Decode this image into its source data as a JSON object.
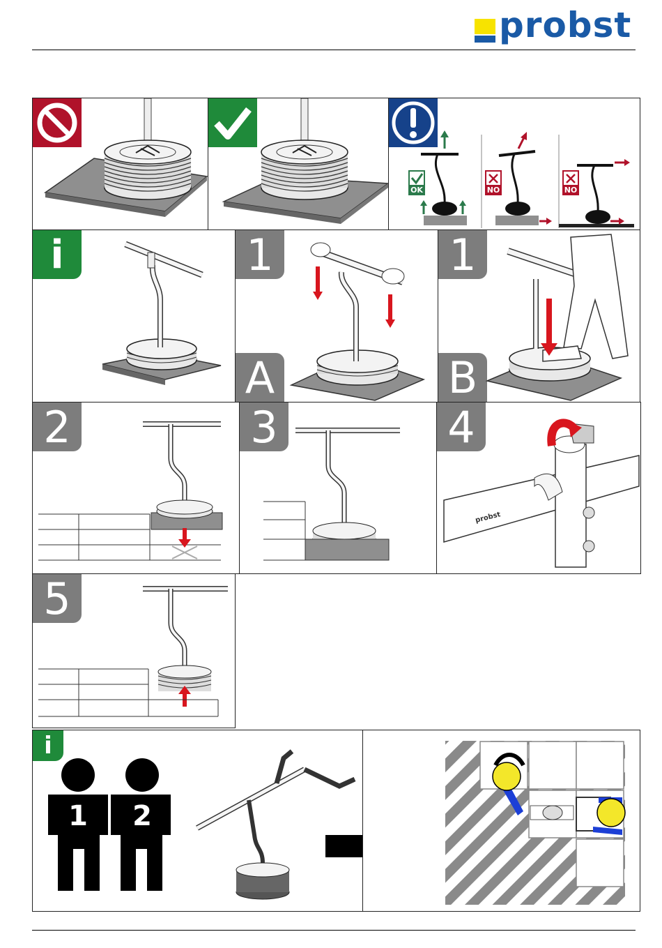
{
  "header": {
    "logo_text": "probst"
  },
  "panels": {
    "warning": {
      "ok_label": "OK",
      "no_label_1": "NO",
      "no_label_2": "NO"
    },
    "step_info_1": {
      "badge": "i"
    },
    "step_1a": {
      "badge": "1",
      "sub_badge": "A"
    },
    "step_1b": {
      "badge": "1",
      "sub_badge": "B"
    },
    "step_2": {
      "badge": "2"
    },
    "step_3": {
      "badge": "3"
    },
    "step_4": {
      "badge": "4",
      "handle_brand": "probst"
    },
    "step_5": {
      "badge": "5"
    },
    "two_person": {
      "badge": "i",
      "person_1": "1",
      "person_2": "2"
    }
  },
  "colors": {
    "brand_blue": "#1a5aa6",
    "brand_yellow": "#f7e300",
    "prohibit_red": "#b0122a",
    "ok_green": "#1f8a3a",
    "attention_blue": "#16428a",
    "arrow_red": "#d8161e",
    "badge_gray": "#7d7d7d"
  }
}
